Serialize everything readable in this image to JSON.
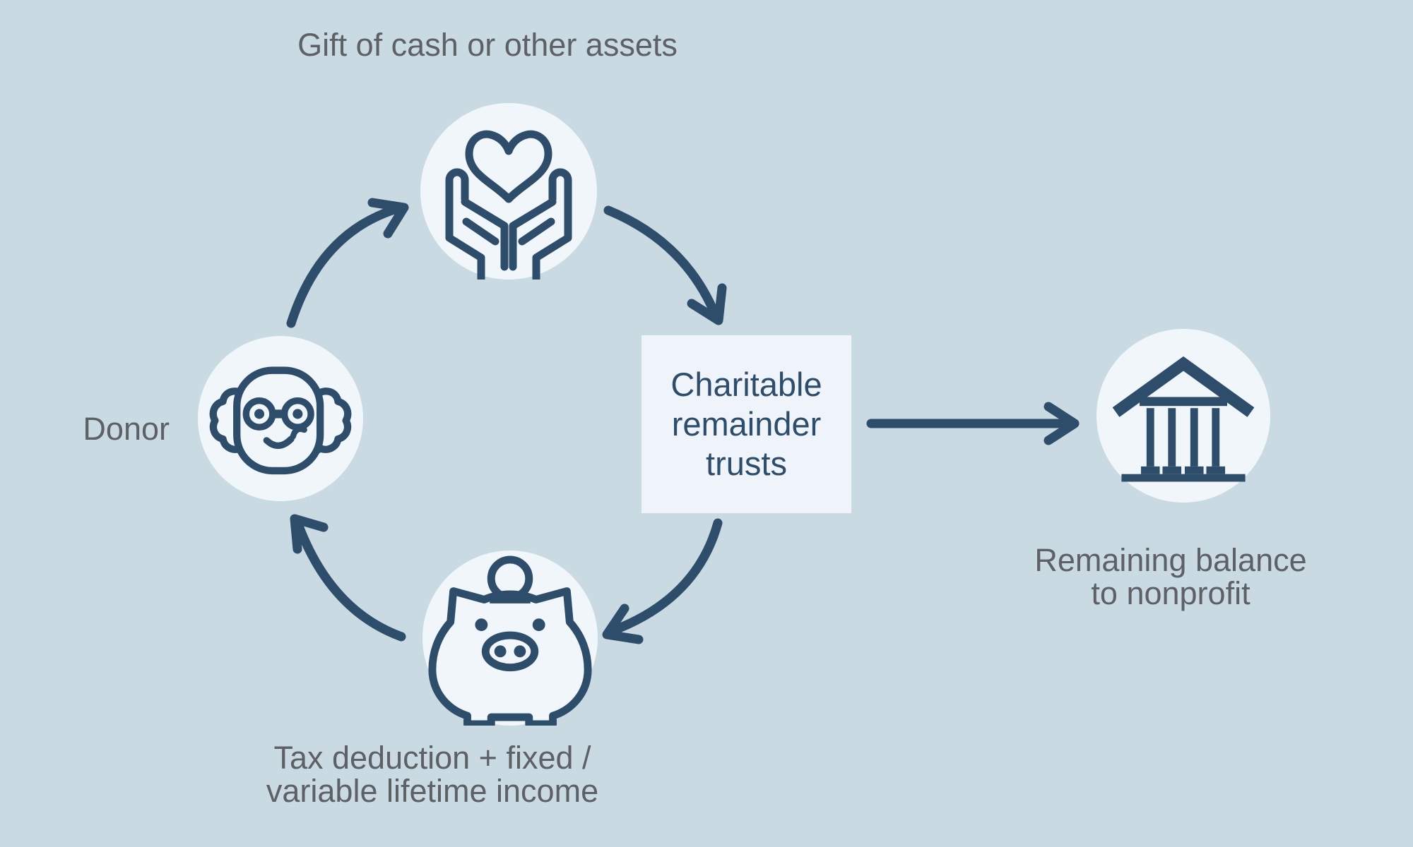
{
  "theme": {
    "background_color": "#c9dae3",
    "node_fill": "#f0f6fa",
    "box_fill": "#eef4f9",
    "accent_color": "#2e4d6b",
    "label_color": "#5d6064"
  },
  "diagram": {
    "nodes": {
      "gift": {
        "label": "Gift of cash or other assets",
        "icon": "hands-holding-heart-icon"
      },
      "donor": {
        "label": "Donor",
        "icon": "donor-face-icon"
      },
      "trust": {
        "label": "Charitable remainder trusts"
      },
      "income": {
        "label_line1": "Tax deduction + fixed /",
        "label_line2": "variable lifetime income",
        "icon": "piggy-bank-icon"
      },
      "nonprofit": {
        "label_line1": "Remaining balance",
        "label_line2": "to nonprofit",
        "icon": "bank-icon"
      }
    },
    "flows": [
      {
        "from": "donor",
        "to": "gift"
      },
      {
        "from": "gift",
        "to": "trust"
      },
      {
        "from": "trust",
        "to": "income"
      },
      {
        "from": "income",
        "to": "donor"
      },
      {
        "from": "trust",
        "to": "nonprofit"
      }
    ]
  }
}
